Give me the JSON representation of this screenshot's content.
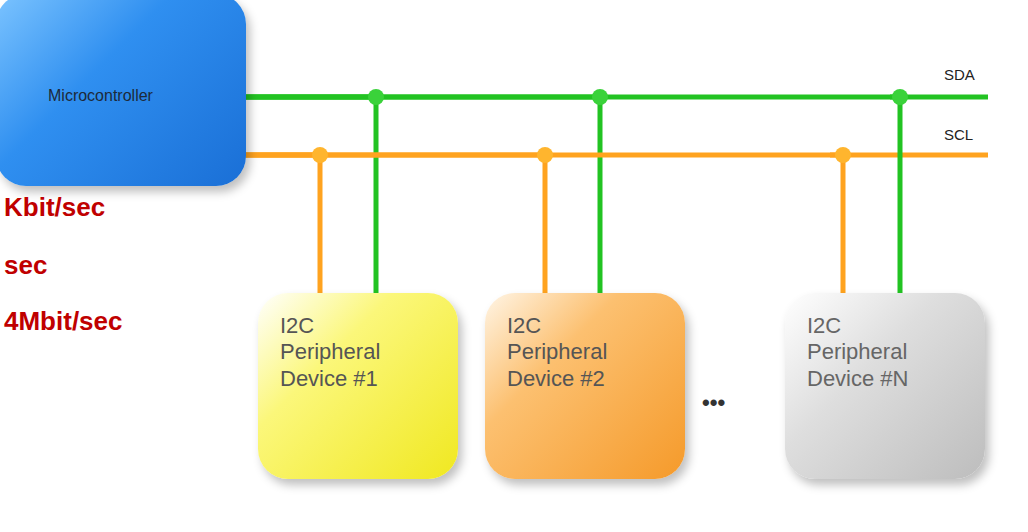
{
  "diagram": {
    "nodes": [
      {
        "text": [
          "Microcontroller"
        ]
      },
      {
        "text": [
          "I2C Peripheral Device #1"
        ]
      },
      {
        "text": [
          "I2C Peripheral Device #2"
        ]
      },
      {
        "text": [
          "I2C Peripheral Device #N"
        ]
      }
    ],
    "edges": [
      {
        "from": 0,
        "to": 1,
        "arrow": "none"
      },
      {
        "from": 0,
        "to": 2,
        "arrow": "none"
      },
      {
        "from": 0,
        "to": 3,
        "arrow": "none"
      },
      {
        "from": 0,
        "to": 1,
        "arrow": "none"
      },
      {
        "from": 0,
        "to": 2,
        "arrow": "none"
      },
      {
        "from": 0,
        "to": 3,
        "arrow": "none"
      }
    ],
    "labels": [
      "SDA",
      "SCL",
      "Kbit/sec",
      "sec",
      "4Mbit/sec",
      "•••"
    ]
  }
}
